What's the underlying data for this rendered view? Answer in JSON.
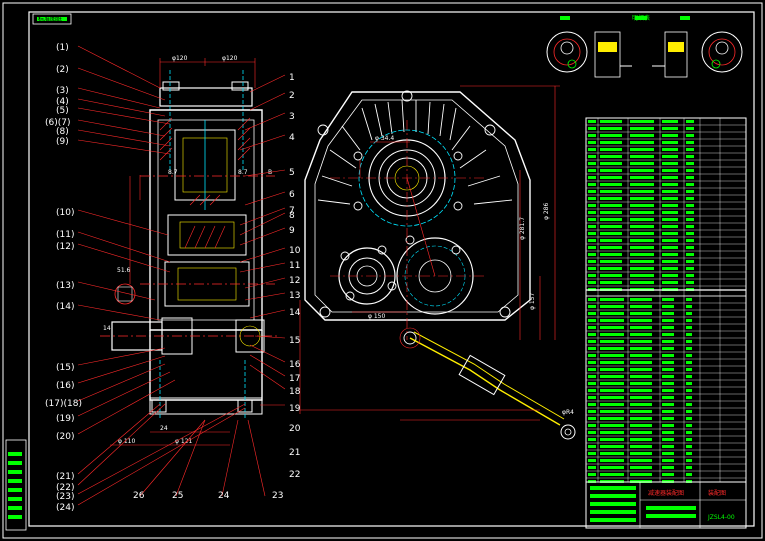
{
  "header_tag": "标准图纸",
  "left_labels": [
    "(1)",
    "(2)",
    "(3)",
    "(4)",
    "(5)",
    "(6)(7)",
    "(8)",
    "(9)",
    "(10)",
    "(11)",
    "(12)",
    "(13)",
    "(14)",
    "(15)",
    "(16)",
    "(17)(18)",
    "(19)",
    "(20)",
    "(21)",
    "(22)",
    "(23)",
    "(24)"
  ],
  "right_labels": [
    "1",
    "2",
    "3",
    "4",
    "5",
    "6",
    "7",
    "8",
    "9",
    "10",
    "11",
    "12",
    "13",
    "14",
    "15",
    "16",
    "17",
    "18",
    "19",
    "20",
    "21",
    "22"
  ],
  "bottom_labels": [
    "26",
    "25",
    "24",
    "23"
  ],
  "dims": {
    "top_left": "φ120",
    "top_right": "φ120",
    "shaft_left": "8.7",
    "shaft_right": "8.7",
    "side_note": "B",
    "detail": "51.6",
    "small_h": "14",
    "bottom_1": "24",
    "bottom_2": "φ 121",
    "bottom_3": "φ 110",
    "bolt_circle": "φ 34.4",
    "right_h1": "φ 281.7",
    "right_h2": "φ 157",
    "right_w": "φ 150",
    "tail": "φR4",
    "vert_main": "φ 286"
  },
  "title_block": {
    "red_title": "减速器装配图",
    "red_sub": "装配图",
    "code": "JZSL4-00"
  },
  "table_header": "明细表",
  "colors": {
    "line": "#ff2a2a",
    "cyan": "#00e5ff",
    "green": "#00ff00",
    "white": "#ffffff",
    "yellow": "#ffee00"
  }
}
